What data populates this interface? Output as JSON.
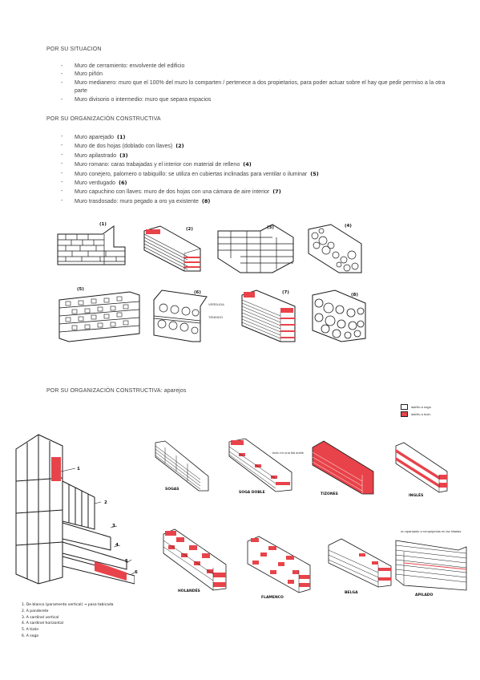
{
  "section1": {
    "heading": "POR SU SITUACION",
    "items": [
      {
        "text": "Muro de cerramiento: envolvente del edificio"
      },
      {
        "text": "Muro piñón"
      },
      {
        "text": "Muro medianero: muro que el 100% del muro lo comparten / pertenece a dos propietarios, para poder actuar sobre el hay que pedir permiso a la otra parte"
      },
      {
        "text": "Muro divisorio o intermedio: muro que separa espacios"
      }
    ]
  },
  "section2": {
    "heading": "POR SU ORGANIZACIÓN CONSTRUCTIVA",
    "items": [
      {
        "text": "Muro aparejado",
        "tag": "(1)"
      },
      {
        "text": "Muro de dos hojas (doblado con llaves)",
        "tag": "(2)"
      },
      {
        "text": "Muro apilastrado",
        "tag": "(3)"
      },
      {
        "text": "Muro romano: caras trabajadas y el interior con material de relleno",
        "tag": "(4)"
      },
      {
        "text": "Muro conejero, palomero o tabiquillo: se utiliza en cubiertas inclinadas para ventilar o iluminar",
        "tag": "(5)"
      },
      {
        "text": "Muro verdugado",
        "tag": "(6)"
      },
      {
        "text": "Muro capuchino con llaves: muro de dos hojas con una cámara de aire interior",
        "tag": "(7)"
      },
      {
        "text": "Muro trasdosado: muro pegado a oro ya existente",
        "tag": "(8)"
      }
    ],
    "figure_labels": [
      "(1)",
      "(2)",
      "(3)",
      "(4)",
      "(5)",
      "(6)",
      "(7)",
      "(8)"
    ],
    "fig6_annotations": [
      "VERDUGA",
      "TENDIDO"
    ]
  },
  "section3": {
    "heading": "POR SU ORGANIZACIÓN CONSTRUCTIVA: aparejos",
    "legend": [
      "ladrillo a soga",
      "ladrillo a tizón"
    ],
    "large_fig_labels": [
      "1",
      "2",
      "3",
      "4",
      "5",
      "6"
    ],
    "bond_labels": [
      "SOGAS",
      "SOGA DOBLE",
      "TIZONES",
      "INGLÉS",
      "HOLANDÉS",
      "FLAMENCO",
      "BELGA",
      "APILADO"
    ],
    "soga_doble_note": "tizón en una fila doble",
    "apilado_note": "un aparejado a rompejuntas en las hiladas",
    "notes": [
      "1. De blanco (paramento vertical) → pasa tabicada",
      "2. A panderete",
      "3. A sardinel vertical",
      "4. A sardinel horizontal",
      "5. A tizón",
      "6. A soga"
    ]
  },
  "colors": {
    "brick_red": "#e8434a",
    "ink": "#1a1a1a"
  }
}
